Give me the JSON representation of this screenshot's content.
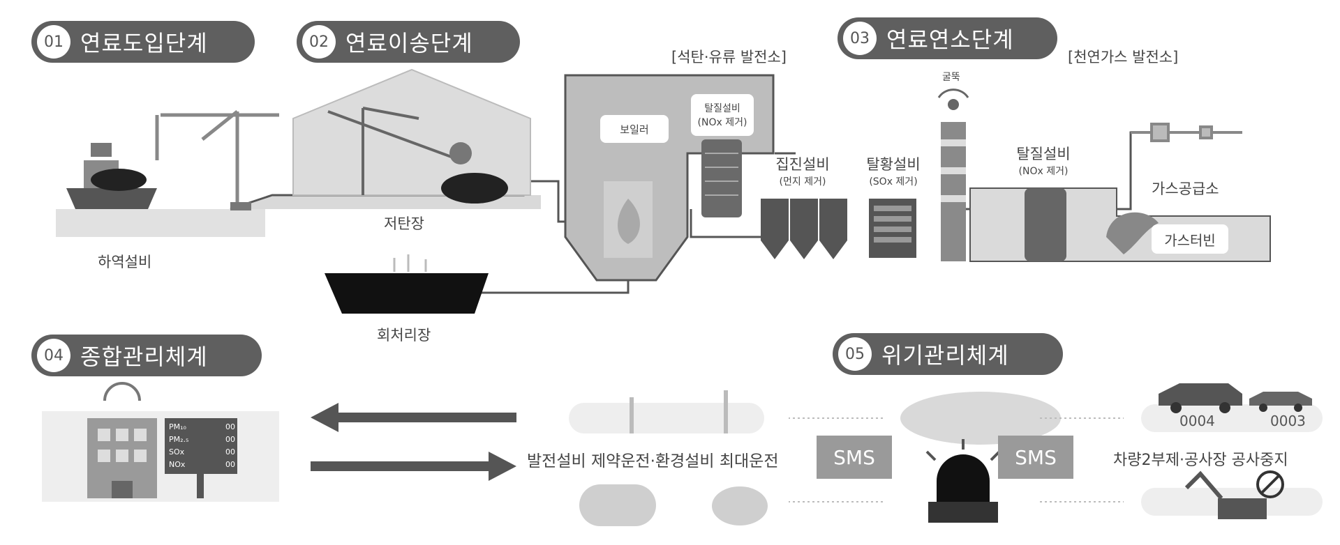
{
  "stages": {
    "s1": {
      "num": "01",
      "title": "연료도입단계"
    },
    "s2": {
      "num": "02",
      "title": "연료이송단계"
    },
    "s3": {
      "num": "03",
      "title": "연료연소단계"
    },
    "s4": {
      "num": "04",
      "title": "종합관리체계"
    },
    "s5": {
      "num": "05",
      "title": "위기관리체계"
    }
  },
  "labels": {
    "coal_oil_plant": "[석탄·유류 발전소]",
    "lng_plant": "[천연가스 발전소]",
    "unloading": "하역설비",
    "storage": "저탄장",
    "ash": "회처리장",
    "boiler": "보일러",
    "denox_a": "탈질설비",
    "denox_a_sub": "(NOx 제거)",
    "dust": "집진설비",
    "dust_sub": "(먼지 제거)",
    "desulf": "탈황설비",
    "desulf_sub": "(SOx 제거)",
    "stack": "굴뚝",
    "denox_b": "탈질설비",
    "denox_b_sub": "(NOx 제거)",
    "gas_supply": "가스공급소",
    "gas_turbine": "가스터빈",
    "measure_names": [
      "PM₁₀",
      "PM₂.₅",
      "SOx",
      "NOx"
    ],
    "measure_values": [
      "00",
      "00",
      "00",
      "00"
    ],
    "ops": "발전설비 제약운전·환경설비 최대운전",
    "sms_left": "SMS",
    "sms_right": "SMS",
    "plate1": "0004",
    "plate2": "0003",
    "restrict": "차량2부제·공사장 공사중지"
  }
}
